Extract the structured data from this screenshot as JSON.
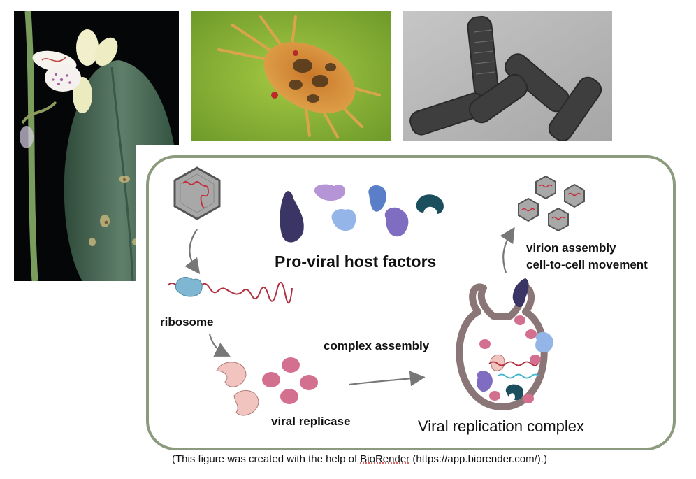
{
  "photos": {
    "plant": "orchid leaf with chlorotic spots",
    "mite": "flat mite",
    "em": "bacilliform virus particles"
  },
  "labels": {
    "ribosome": "ribosome",
    "host_factors": "Pro-viral host factors",
    "virion_assembly": "virion assembly",
    "cell_movement": "cell-to-cell movement",
    "complex_assembly": "complex assembly",
    "viral_replicase": "viral replicase",
    "replication_complex": "Viral replication complex"
  },
  "caption": {
    "prefix": "(This figure was created with the help of ",
    "link": "BioRender",
    "suffix": " (https://app.biorender.com/).)"
  },
  "colors": {
    "panel_border": "#8c9a7e",
    "rna": "#b03040",
    "replicase_pink": "#d4708f",
    "replicase_light": "#f2c4c0",
    "ribosome": "#7fb6d1",
    "factor_navy": "#3b3566",
    "factor_lilac": "#b595d6",
    "factor_lightblue": "#93b5e8",
    "factor_blue": "#5a7fc8",
    "factor_purple": "#7e6dc0",
    "factor_teal": "#1c4f5e",
    "virion_gray": "#a8a8a8",
    "arrow_gray": "#777777"
  }
}
